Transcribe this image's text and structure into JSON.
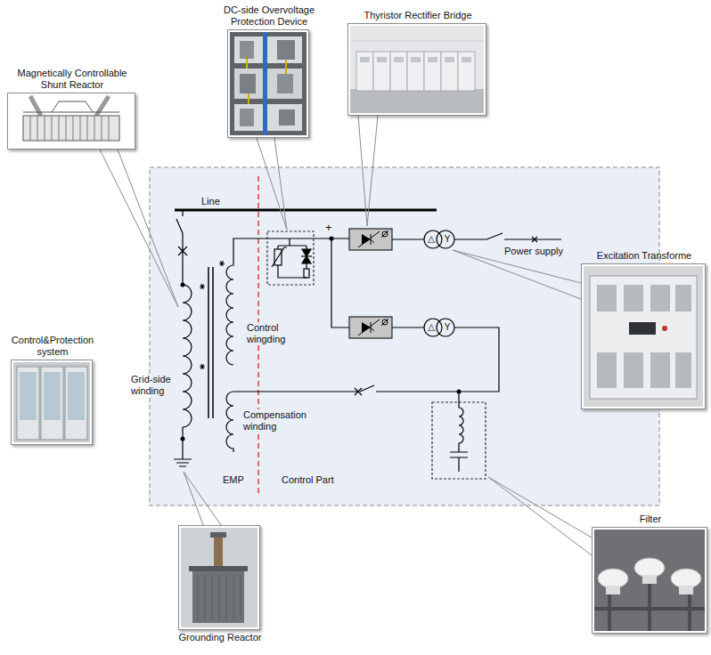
{
  "diagram": {
    "nodes": [
      {
        "text": [
          "DC-side Overvoltage Protection Device"
        ]
      },
      {
        "text": [
          "Thyristor Rectifier Bridge"
        ]
      },
      {
        "text": [
          "Magnetically Controllable Shunt Reactor"
        ]
      },
      {
        "text": [
          "Excitation Transforme"
        ]
      },
      {
        "text": [
          "Control&Protection system"
        ]
      },
      {
        "text": [
          "Filter"
        ]
      },
      {
        "text": [
          "Grounding Reactor"
        ]
      }
    ],
    "labels": [
      "Line",
      "+",
      "△",
      "Y",
      "Power supply",
      "△",
      "Y",
      "Grid-side winding",
      "Control wingding",
      "Compensation winding",
      "EMP",
      "Control Part"
    ]
  }
}
